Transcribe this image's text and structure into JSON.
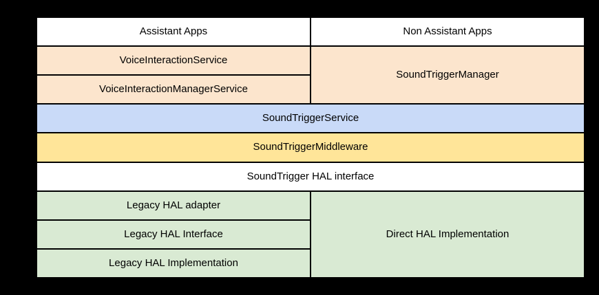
{
  "colors": {
    "background": "#000000",
    "border": "#000000",
    "text": "#000000",
    "cell-white": "#ffffff",
    "cell-peach": "#fce5cd",
    "cell-blue": "#c9daf8",
    "cell-yellow": "#ffe599",
    "cell-green": "#d9ead3"
  },
  "diagram": {
    "cells": {
      "assistant_apps": "Assistant Apps",
      "non_assistant_apps": "Non Assistant Apps",
      "voice_interaction_service": "VoiceInteractionService",
      "sound_trigger_manager": "SoundTriggerManager",
      "voice_interaction_manager_service": "VoiceInteractionManagerService",
      "sound_trigger_service": "SoundTriggerService",
      "sound_trigger_middleware": "SoundTriggerMiddleware",
      "sound_trigger_hal_interface": "SoundTrigger HAL interface",
      "legacy_hal_adapter": "Legacy HAL adapter",
      "direct_hal_implementation": "Direct HAL Implementation",
      "legacy_hal_interface": "Legacy HAL Interface",
      "legacy_hal_implementation": "Legacy HAL Implementation"
    }
  }
}
